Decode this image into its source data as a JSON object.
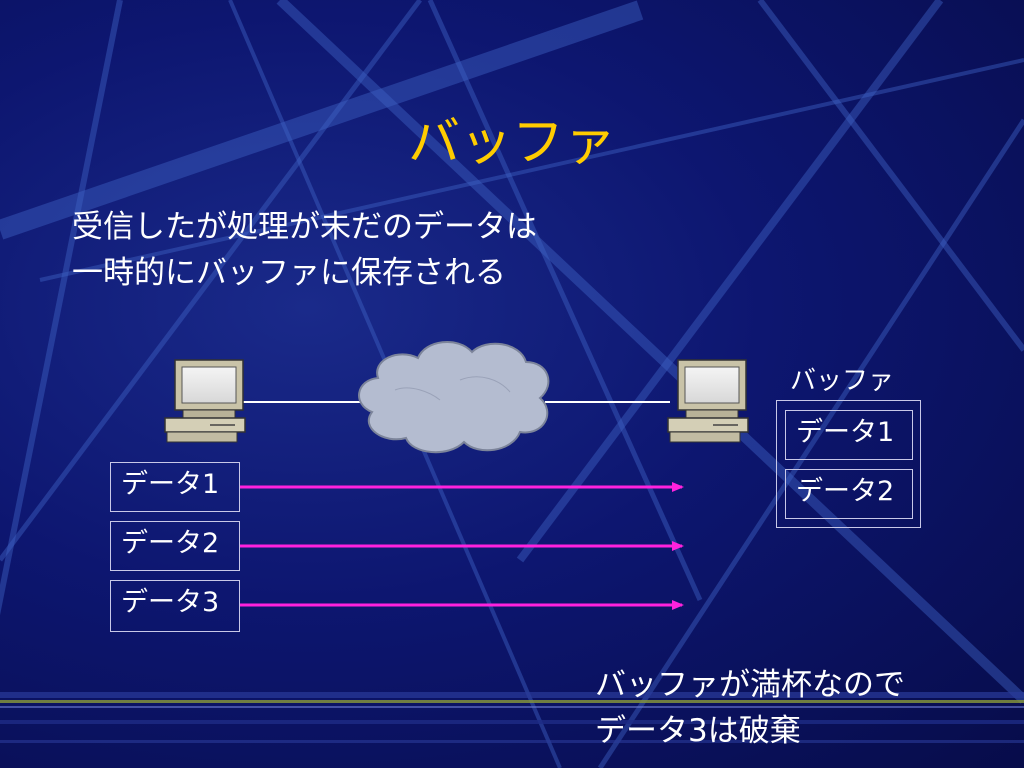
{
  "slide": {
    "title": "バッファ",
    "bullet_line1": "受信したが処理が未だのデータは",
    "bullet_line2": "一時的にバッファに保存される",
    "buffer_label": "バッファ",
    "note_line1": "バッファが満杯なので",
    "note_line2": "データ3は破棄"
  },
  "sent_packets": [
    {
      "label": "データ1"
    },
    {
      "label": "データ2"
    },
    {
      "label": "データ3"
    }
  ],
  "buffer_packets": [
    {
      "label": "データ1"
    },
    {
      "label": "データ2"
    }
  ],
  "colors": {
    "title": "#ffcc00",
    "arrow": "#ff22dd",
    "text": "#ffffff",
    "background": "#0d1670",
    "cloud": "#b4bcd0"
  },
  "icons": [
    "sender-computer-icon",
    "network-cloud-icon",
    "receiver-computer-icon"
  ]
}
